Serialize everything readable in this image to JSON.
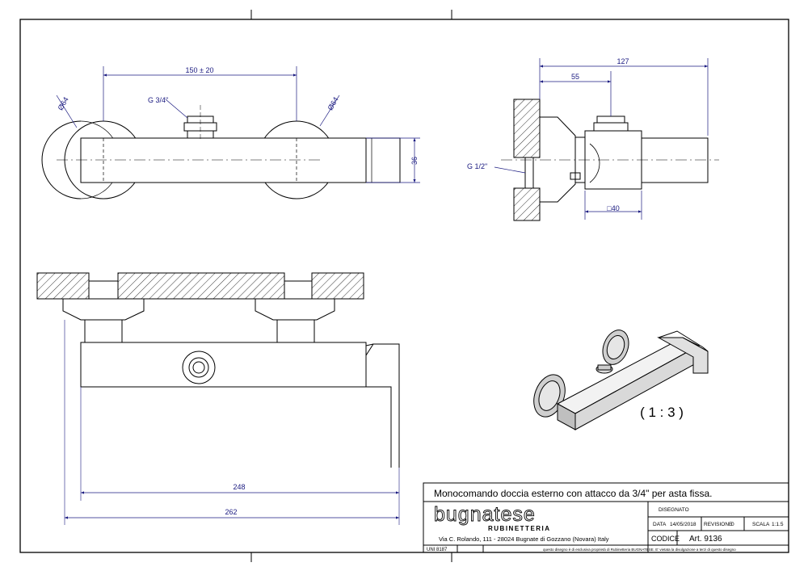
{
  "dimensions": {
    "top_view": {
      "spacing": "150 ± 20",
      "thread_inlet": "G 3/4\"",
      "diameter_left": "Ø64",
      "diameter_right": "Ø64",
      "height": "36"
    },
    "side_view": {
      "overall": "127",
      "offset": "55",
      "thread": "G 1/2\"",
      "square": "□40"
    },
    "front_view": {
      "inner_length": "248",
      "overall_length": "262"
    }
  },
  "scale_note": "( 1 : 3 )",
  "title_block": {
    "title": "Monocomando doccia esterno con attacco da 3/4\" per asta fissa.",
    "logo_main": "bugnatese",
    "logo_sub": "RUBINETTERIA",
    "address": "Via C. Rolando, 111 - 28024 Bugnate di Gozzano (Novara) Italy",
    "disegnato_label": "DISEGNATO",
    "data_label": "DATA",
    "data_value": "14/05/2018",
    "revisione_label": "REVISIONE",
    "revisione_value": "0",
    "scala_label": "SCALA",
    "scala_value": "1:1.5",
    "codice_label": "CODICE",
    "codice_value": "Art. 9136",
    "standard": "UNI 8187",
    "disclaimer": "questo disegno è di esclusiva proprietà di Rubinetteria BUGNATESE. E' vietata la divulgazione a terzi di questo disegno"
  },
  "colors": {
    "line": "#000000",
    "dimension": "#1a1a80"
  }
}
